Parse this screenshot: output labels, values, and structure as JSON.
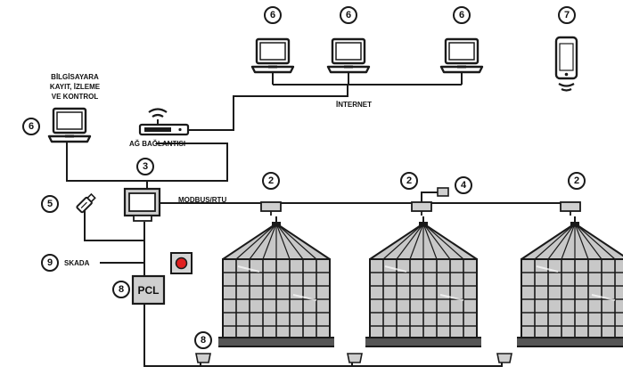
{
  "labels": {
    "computer_title_line1": "BİLGİSAYARA",
    "computer_title_line2": "KAYIT, İZLEME",
    "computer_title_line3": "VE KONTROL",
    "internet": "İNTERNET",
    "network": "AĞ BAĞLANTISI",
    "modbus": "MODBUS/RTU",
    "scada": "SKADA",
    "plc": "PCL"
  },
  "markers": {
    "remote_pc_1": "6",
    "remote_pc_2": "6",
    "remote_pc_3": "6",
    "smartphone": "7",
    "local_pc": "6",
    "hmi_panel": "3",
    "usb": "5",
    "scada": "9",
    "plc": "8",
    "fan": "8",
    "sensor_1": "2",
    "sensor_2": "2",
    "sensor_3": "2",
    "sensor_extra": "4"
  },
  "colors": {
    "stroke": "#1a1a1a",
    "silo_fill": "#c8c8c8",
    "silo_base": "#555555",
    "device_fill": "#cfcfcf",
    "alarm_red": "#e02020"
  },
  "icons": {
    "pc": "laptop-icon",
    "phone": "smartphone-icon",
    "router": "router-icon",
    "usb": "usb-stick-icon",
    "panel": "hmi-panel-icon",
    "silo": "grain-silo-icon",
    "sensor": "cable-sensor-icon",
    "alarm": "alarm-button-icon"
  }
}
